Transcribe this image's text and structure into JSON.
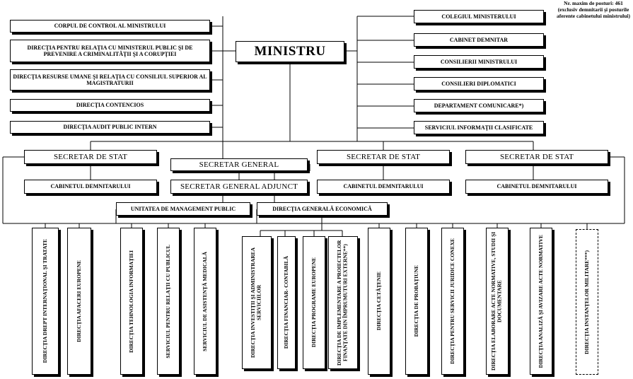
{
  "note": "Nr. maxim de posturi: 461 (exclusiv demnitarii şi posturile aferente cabinetului ministrului)",
  "minister": "MINISTRU",
  "left_units": [
    "CORPUL DE CONTROL AL MINISTRULUI",
    "DIRECŢIA PENTRU RELAŢIA CU MINISTERUL PUBLIC ŞI DE PREVENIRE A CRIMINALITĂŢII ŞI A CORUPŢIEI",
    "DIRECŢIA RESURSE UMANE ŞI RELAŢIA CU CONSILIUL SUPERIOR AL MAGISTRATURII",
    "DIRECŢIA CONTENCIOS",
    "DIRECŢIA AUDIT PUBLIC INTERN"
  ],
  "right_units": [
    "COLEGIUL MINISTERULUI",
    "CABINET DEMNITAR",
    "CONSILIERII MINISTRULUI",
    "CONSILIERI DIPLOMATICI",
    "DEPARTAMENT COMUNICARE*)",
    "SERVICIUL INFORMAŢII CLASIFICATE"
  ],
  "secretar_de_stat": "SECRETAR DE STAT",
  "secretar_general": "SECRETAR GENERAL",
  "secretar_general_adjunct": "SECRETAR GENERAL ADJUNCT",
  "cabinetul_demnitarului": "CABINETUL DEMNITARULUI",
  "unitatea_management_public": "UNITATEA DE MANAGEMENT PUBLIC",
  "directia_generala_economica": "DIRECŢIA GENERALĂ ECONOMICĂ",
  "bottom_units": [
    "DIRECŢIA DREPT INTERNAŢIONAL ŞI TRATATE",
    "DIRECŢIA AFACERI EUROPENE",
    "DIRECŢIA TEHNOLOGIA INFORMAŢIEI",
    "SERVICIUL PENTRU RELAŢII CU PUBLICUL",
    "SERVICIUL DE ASISTENŢĂ MEDICALĂ",
    "DIRECŢIA INVESTIŢII ŞI ADMINISTRAREA SERVICIILOR",
    "DIRECŢIA FINANCIAR- CONTABILĂ",
    "DIRECŢIA PROGRAME EUROPENE",
    "DIRECŢIA DE IMPLEMENTARE A PROIECTELOR FINANŢATE DIN ÎMPRUMUTURI EXTERNE**)",
    "DIRECŢIA CETĂŢENIE",
    "DIRECŢIA DE PROBAŢIUNE",
    "DIRECŢIA PENTRU SERVICII JURIDICE CONEXE",
    "DIRECŢIA ELABORARE ACTE NORMATIVE, STUDII ŞI DOCUMENTARE",
    "DIRECŢIA ANALIZĂ ŞI AVIZARE ACTE NORMATIVE",
    "DIRECŢIA INSTANŢELOR MILITARE***)"
  ]
}
